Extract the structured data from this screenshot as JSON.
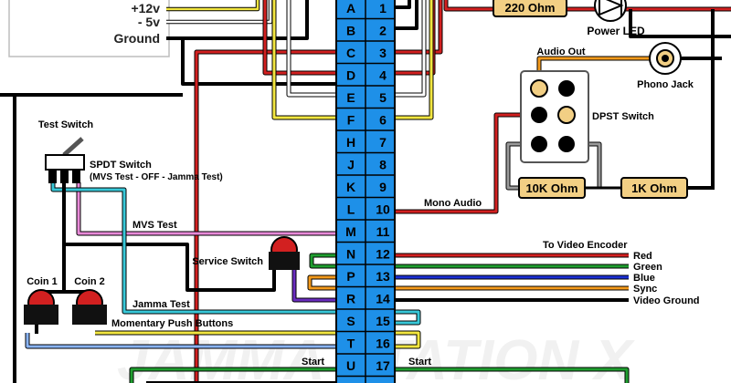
{
  "power_box": {
    "labels": [
      "+12v",
      "- 5v",
      "Ground"
    ]
  },
  "connector": {
    "left_pins": [
      "A",
      "B",
      "C",
      "D",
      "E",
      "F",
      "H",
      "J",
      "K",
      "L",
      "M",
      "N",
      "P",
      "R",
      "S",
      "T",
      "U"
    ],
    "right_pins": [
      "1",
      "2",
      "3",
      "4",
      "5",
      "6",
      "7",
      "8",
      "9",
      "10",
      "11",
      "12",
      "13",
      "14",
      "15",
      "16",
      "17"
    ]
  },
  "labels": {
    "resistor_220": "220 Ohm",
    "power_led": "Power LED",
    "audio_out": "Audio Out",
    "phono_jack": "Phono Jack",
    "dpst_switch": "DPST Switch",
    "resistor_10k": "10K Ohm",
    "resistor_1k": "1K Ohm",
    "mono_audio": "Mono Audio",
    "test_switch": "Test Switch",
    "spdt_switch": "SPDT Switch",
    "spdt_modes": "(MVS Test - OFF - Jamma Test)",
    "mvs_test": "MVS Test",
    "service_switch": "Service Switch",
    "jamma_test": "Jamma Test",
    "coin_1": "Coin 1",
    "coin_2": "Coin 2",
    "momentary_buttons": "Momentary Push Buttons",
    "to_video_encoder": "To Video Encoder",
    "red": "Red",
    "green": "Green",
    "blue": "Blue",
    "sync": "Sync",
    "video_ground": "Video Ground",
    "start_left": "Start",
    "start_right": "Start",
    "watermark": "JAMMA STATION X"
  },
  "colors": {
    "connector_blue": "#1e90e8",
    "resistor_tan": "#f2cf84",
    "wire_red": "#d22020",
    "wire_green": "#1f9e2f",
    "wire_blue": "#1b2fd4",
    "wire_orange": "#f39a1c",
    "wire_yellow": "#f2e640",
    "wire_cyan": "#38c8d8",
    "wire_pink": "#e88ad8",
    "wire_purple": "#6a2dbf",
    "wire_gray": "#9a9a9a"
  }
}
